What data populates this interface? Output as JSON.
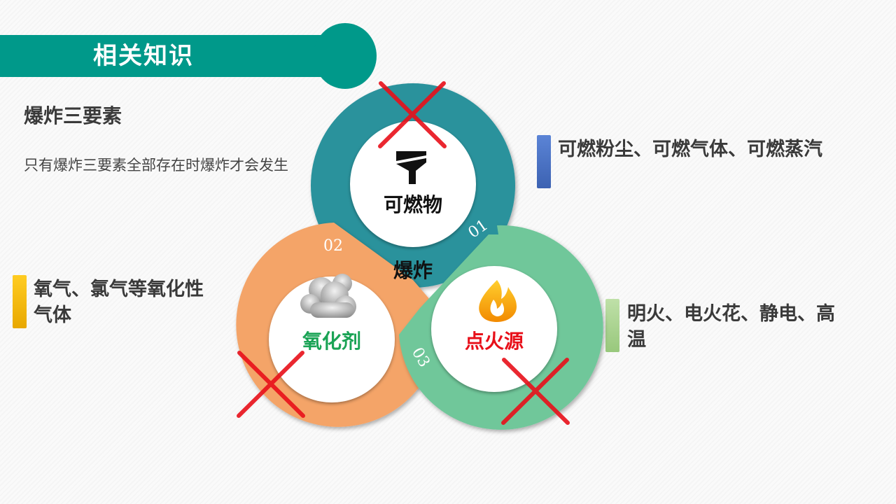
{
  "header": {
    "title": "相关知识"
  },
  "section": {
    "subtitle": "爆炸三要素",
    "description": "只有爆炸三要素全部存在时爆炸才会发生"
  },
  "diagram": {
    "center_label": "爆炸",
    "elements": [
      {
        "number": "01",
        "label": "可燃物",
        "ring_color": "#2a929c",
        "label_color": "#111111",
        "icon": "funnel-icon",
        "crossed": true
      },
      {
        "number": "02",
        "label": "氧化剂",
        "ring_color": "#f4a468",
        "label_color": "#1aa355",
        "icon": "cloud-icon",
        "crossed": true
      },
      {
        "number": "03",
        "label": "点火源",
        "ring_color": "#6fc79a",
        "label_color": "#e8101a",
        "icon": "fire-icon",
        "crossed": true
      }
    ],
    "cross_color": "#e8101a"
  },
  "callouts": {
    "combustible": {
      "text": "可燃粉尘、可燃气体、可燃蒸汽",
      "color": "#4a72c4"
    },
    "oxidizer": {
      "text": "氧气、氯气等氧化性气体",
      "color": "#f5b800"
    },
    "ignition": {
      "text": "明火、电火花、静电、高温",
      "color": "#a9d18e"
    }
  }
}
